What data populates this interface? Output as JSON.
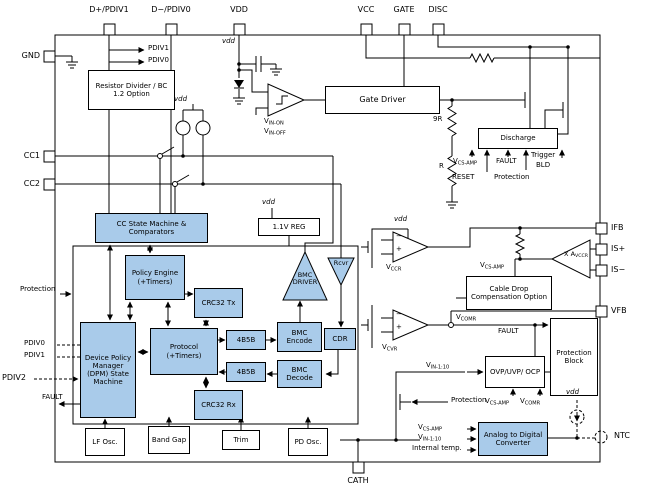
{
  "colors": {
    "block_blue": "#A9CBEA",
    "line": "#000000",
    "bg": "#FFFFFF"
  },
  "pins": {
    "dplus": "D+/PDIV1",
    "dminus": "D−/PDIV0",
    "vdd": "VDD",
    "vcc": "VCC",
    "gate": "GATE",
    "disc": "DISC",
    "gnd": "GND",
    "cc1": "CC1",
    "cc2": "CC2",
    "pdiv2": "PDIV2",
    "ifb": "IFB",
    "isp": "IS+",
    "ism": "IS−",
    "vfb": "VFB",
    "ntc": "NTC",
    "cath": "CATH"
  },
  "blocks": {
    "resistor_divider": "Resistor Divider / BC 1.2 Option",
    "gate_driver": "Gate Driver",
    "discharge": "Discharge",
    "cc_sm": "CC State Machine & Comparators",
    "reg": "1.1V REG",
    "policy_engine": "Policy Engine (+Timers)",
    "crc_tx": "CRC32 Tx",
    "crc_rx": "CRC32 Rx",
    "protocol": "Protocol (+Timers)",
    "b4b5_a": "4B5B",
    "b4b5_b": "4B5B",
    "bmc_encode": "BMC Encode",
    "bmc_decode": "BMC Decode",
    "cdr": "CDR",
    "bmc_driver_l1": "BMC",
    "bmc_driver_l2": "DRIVER",
    "rcvr": "Rcvr",
    "dpm": "Device Policy Manager (DPM) State Machine",
    "lf_osc": "LF Osc.",
    "band_gap": "Band Gap",
    "trim": "Trim",
    "pd_osc": "PD Osc.",
    "cable_drop": "Cable Drop Compensation Option",
    "ovp": "OVP/UVP/ OCP",
    "protection_block": "Protection Block",
    "adc": "Analog to Digital Converter"
  },
  "labels": {
    "vdd": "vdd",
    "pdiv1": "PDIV1",
    "pdiv0": "PDIV0",
    "vin_on": {
      "m": "V",
      "s": "IN-ON"
    },
    "vin_off": {
      "m": "V",
      "s": "IN-OFF"
    },
    "r9": "9R",
    "r": "R",
    "vcs_amp": {
      "m": "V",
      "s": "CS-AMP"
    },
    "fault": "FAULT",
    "reset": "RESET",
    "trigger": "Trigger",
    "bld": "BLD",
    "protection": "Protection",
    "vccr": {
      "m": "V",
      "s": "CCR"
    },
    "vcvr": {
      "m": "V",
      "s": "CVR"
    },
    "vcomr": {
      "m": "V",
      "s": "COMR"
    },
    "vin110": {
      "m": "V",
      "s": "IN-1:10"
    },
    "internal_temp": "Internal temp.",
    "xa": {
      "m": "X A",
      "s": "VCCR"
    },
    "plus": "+",
    "minus": "−"
  }
}
